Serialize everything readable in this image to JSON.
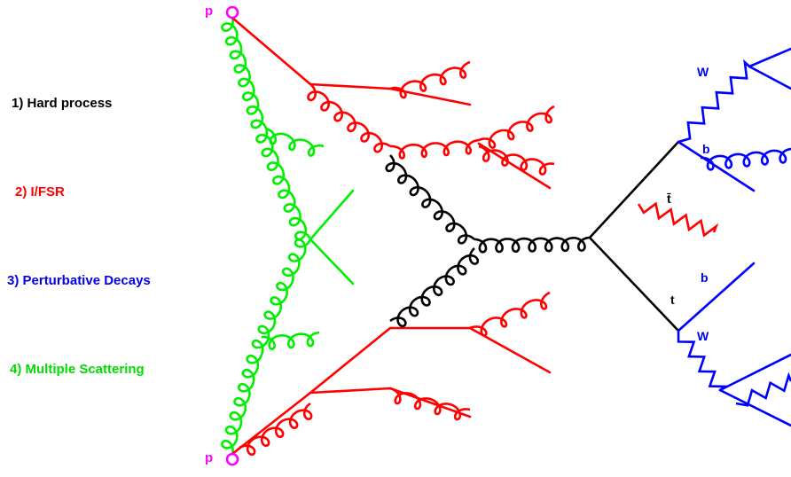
{
  "legend": {
    "item1": "1) Hard process",
    "item2": "2) I/FSR",
    "item3": "3) Perturbative Decays",
    "item4": "4) Multiple Scattering"
  },
  "labels": {
    "proton_top": "p",
    "proton_bottom": "p",
    "w_top": "W",
    "b_top": "b",
    "tbar": "t̄",
    "b_bottom": "b",
    "t": "t",
    "w_bottom": "W"
  },
  "colors": {
    "hard": "#000000",
    "isr_fsr": "#ff0000",
    "decays": "#0000ff",
    "multiple_scattering": "#00ee00",
    "proton": "#ff00ff"
  }
}
